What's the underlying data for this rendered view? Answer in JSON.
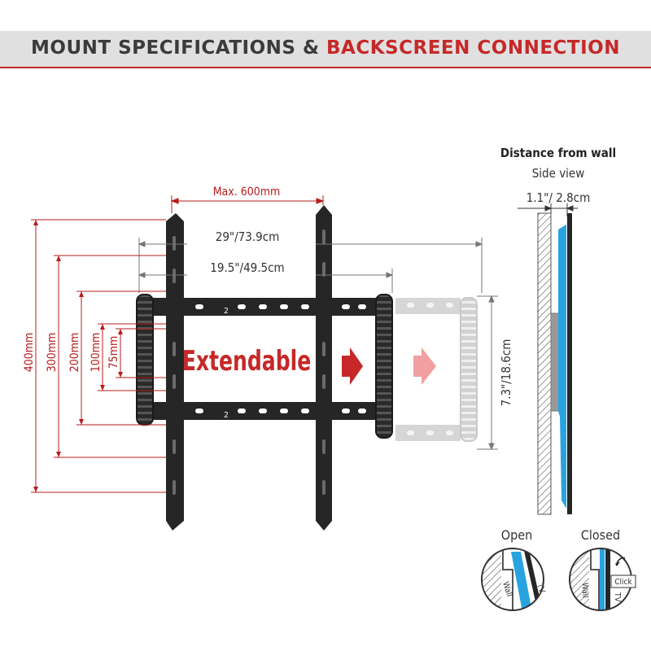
{
  "header": {
    "title_main": "MOUNT SPECIFICATIONS & ",
    "title_accent": "BACKSCREEN CONNECTION"
  },
  "dimensions": {
    "max_width": "Max. 600mm",
    "width_extended": "29\"/73.9cm",
    "width_standard": "19.5\"/49.5cm",
    "height": "7.3\"/18.6cm",
    "vesa_heights": [
      "400mm",
      "300mm",
      "200mm",
      "100mm",
      "75mm"
    ]
  },
  "badge": {
    "label": "Extendable"
  },
  "bracket_marks": {
    "top_number": "2",
    "bottom_number": "2"
  },
  "side_view": {
    "title": "Distance from wall",
    "subtitle": "Side view",
    "distance": "1.1\"/ 2.8cm"
  },
  "states": {
    "open_label": "Open",
    "closed_label": "Closed",
    "wall_label": "Wall",
    "tv_label": "TV",
    "click_label": "Click"
  },
  "colors": {
    "accent_red": "#c62828",
    "dimension_red": "#b71c1c",
    "tv_blue": "#29a3e0",
    "metal": "#262626",
    "ghost_gray": "#c4c4c4"
  }
}
